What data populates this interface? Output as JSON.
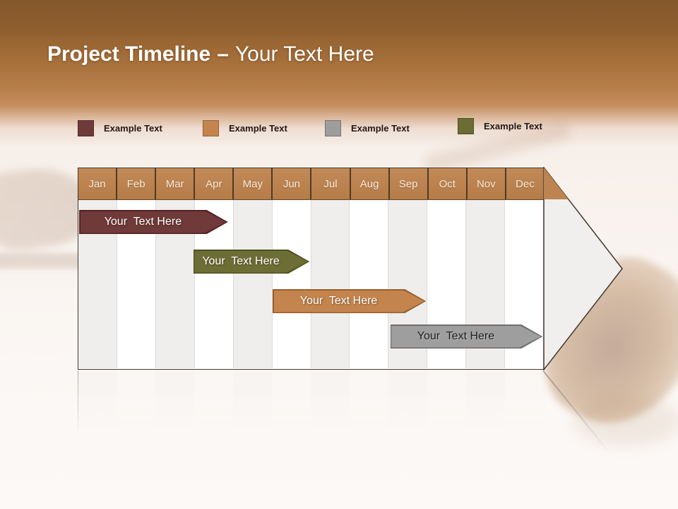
{
  "title": {
    "bold": "Project Timeline",
    "separator": "–",
    "light": "Your Text Here"
  },
  "legend": [
    {
      "label": "Example Text",
      "color": "#6f3a3a"
    },
    {
      "label": "Example Text",
      "color": "#c3854d"
    },
    {
      "label": "Example Text",
      "color": "#9d9d9d"
    },
    {
      "label": "Example Text",
      "color": "#6b6d35"
    }
  ],
  "timeline": {
    "months": [
      "Jan",
      "Feb",
      "Mar",
      "Apr",
      "May",
      "Jun",
      "Jul",
      "Aug",
      "Sep",
      "Oct",
      "Nov",
      "Dec"
    ],
    "header_fill": "#bd8351",
    "header_text_color": "#f6eadb",
    "bars": [
      {
        "label": "Your  Text Here",
        "fill": "#6f3a39",
        "border": "#54201f",
        "text_color": "#ffffff",
        "dark_text": false,
        "start": 0.02,
        "end": 3.85,
        "row": 0
      },
      {
        "label": "Your  Text Here",
        "fill": "#6c6e36",
        "border": "#50521f",
        "text_color": "#ffffff",
        "dark_text": false,
        "start": 2.96,
        "end": 5.95,
        "row": 1
      },
      {
        "label": "Your  Text Here",
        "fill": "#c3854d",
        "border": "#99602f",
        "text_color": "#ffffff",
        "dark_text": false,
        "start": 5.0,
        "end": 8.95,
        "row": 2
      },
      {
        "label": "Your  Text Here",
        "fill": "#9e9e9e",
        "border": "#6f6f6f",
        "text_color": "#1f1f1f",
        "dark_text": true,
        "start": 8.03,
        "end": 11.95,
        "row": 3
      }
    ]
  },
  "chart_data": {
    "type": "bar",
    "subtype": "gantt-timeline",
    "title": "Project Timeline – Your Text Here",
    "categories": [
      "Jan",
      "Feb",
      "Mar",
      "Apr",
      "May",
      "Jun",
      "Jul",
      "Aug",
      "Sep",
      "Oct",
      "Nov",
      "Dec"
    ],
    "series": [
      {
        "name": "Your Text Here",
        "color": "#6f3a39",
        "start_month": "Jan",
        "end_month": "Mar",
        "start_index": 0.02,
        "end_index": 3.85
      },
      {
        "name": "Your Text Here",
        "color": "#6c6e36",
        "start_month": "Apr",
        "end_month": "Jun",
        "start_index": 2.96,
        "end_index": 5.95
      },
      {
        "name": "Your Text Here",
        "color": "#c3854d",
        "start_month": "Jun",
        "end_month": "Sep",
        "start_index": 5.0,
        "end_index": 8.95
      },
      {
        "name": "Your Text Here",
        "color": "#9e9e9e",
        "start_month": "Sep",
        "end_month": "Dec",
        "start_index": 8.03,
        "end_index": 11.95
      }
    ],
    "legend_entries": [
      "Example Text",
      "Example Text",
      "Example Text",
      "Example Text"
    ],
    "legend_position": "top",
    "grid": "monthly-columns",
    "axis": "months Jan–Dec, single year"
  },
  "colors": {
    "header_gradient_top": "#83572c",
    "header_gradient_mid": "#bc8352",
    "page_background": "#fbf7f4",
    "table_border": "#44392f",
    "column_shaded": "#efeeec",
    "column_white": "#ffffff",
    "arrow_fill": "#f1efee"
  }
}
